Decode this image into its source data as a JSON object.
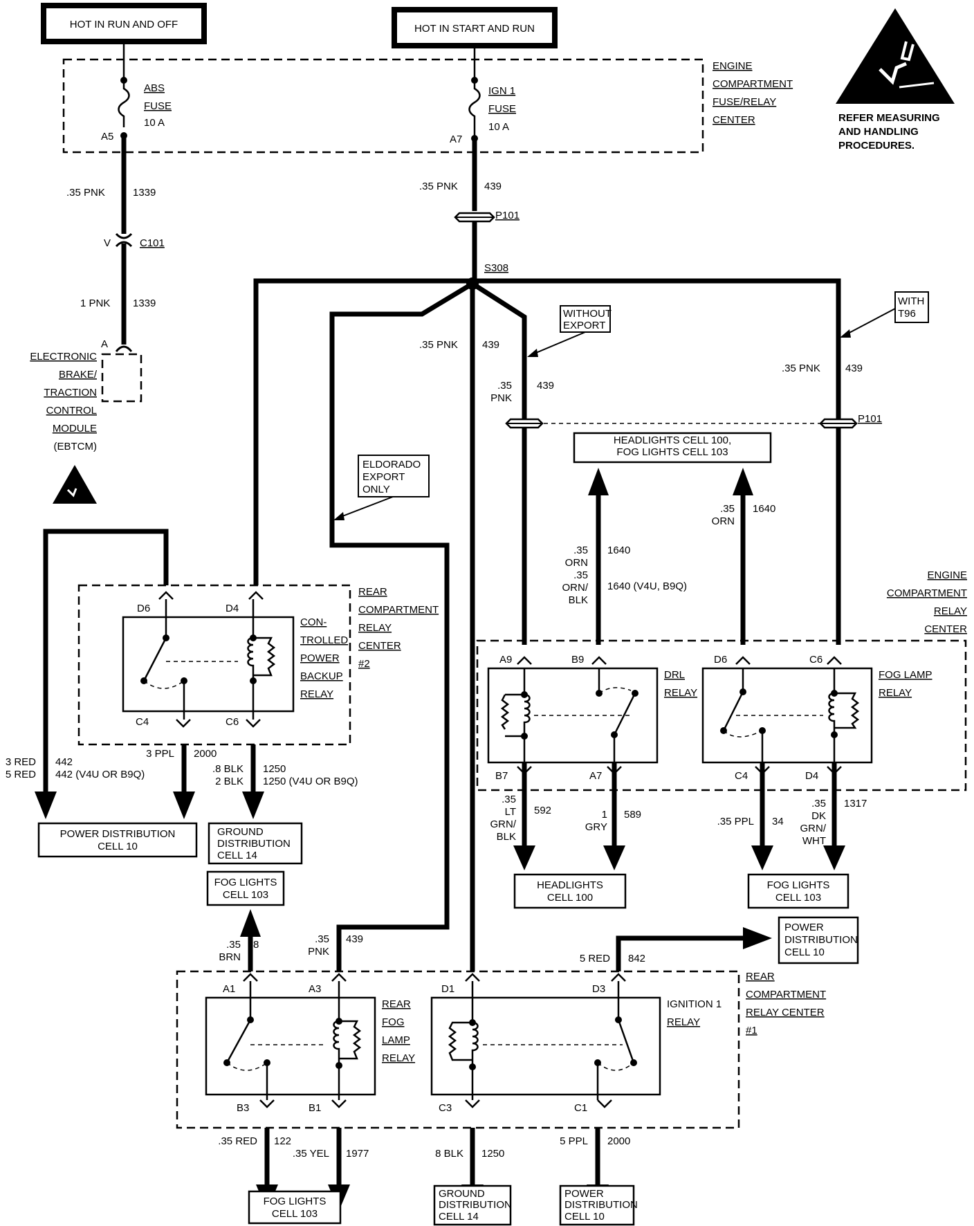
{
  "sources": {
    "run_off": "HOT IN RUN AND OFF",
    "start_run": "HOT IN START AND RUN"
  },
  "engine_fuse_center": [
    "ENGINE",
    "COMPARTMENT",
    "FUSE/RELAY",
    "CENTER"
  ],
  "esd_note": [
    "REFER MEASURING",
    "AND HANDLING",
    "PROCEDURES."
  ],
  "abs_fuse": {
    "name": "ABS",
    "fuse": "FUSE",
    "rating": "10 A",
    "pin": "A5"
  },
  "ign_fuse": {
    "name": "IGN 1",
    "fuse": "FUSE",
    "rating": "10 A",
    "pin": "A7"
  },
  "wires": {
    "w1339_a": ".35 PNK",
    "c1339": "1339",
    "w1339_b": "1 PNK",
    "w439": ".35 PNK",
    "c439": "439",
    "w439_pnk_a": ".35",
    "w439_pnk_b": "PNK"
  },
  "connectors": {
    "v": "V",
    "c101": "C101",
    "p101": "P101",
    "s308": "S308",
    "pin_a": "A"
  },
  "ebtcm": [
    "ELECTRONIC",
    "BRAKE/",
    "TRACTION",
    "CONTROL",
    "MODULE",
    "(EBTCM)"
  ],
  "callouts": {
    "eldorado": [
      "ELDORADO",
      "EXPORT",
      "ONLY"
    ],
    "without_export": [
      "WITHOUT",
      "EXPORT"
    ],
    "with_t96": [
      "WITH",
      "T96"
    ]
  },
  "refs": {
    "headlights_fog": [
      "HEADLIGHTS CELL 100,",
      "FOG LIGHTS CELL 103"
    ],
    "power_dist": [
      "POWER DISTRIBUTION",
      "CELL 10"
    ],
    "ground_dist": [
      "GROUND",
      "DISTRIBUTION",
      "CELL 14"
    ],
    "fog_lights": [
      "FOG LIGHTS",
      "CELL 103"
    ],
    "headlights": [
      "HEADLIGHTS",
      "CELL 100"
    ],
    "power_dist_3": [
      "POWER",
      "DISTRIBUTION",
      "CELL 10"
    ]
  },
  "orn1640": {
    "a1": ".35",
    "a2": "ORN",
    "c": "1640",
    "b1": ".35",
    "b2": "ORN/",
    "b3": "BLK",
    "bc": "1640 (V4U, B9Q)"
  },
  "engine_relay_center": [
    "ENGINE",
    "COMPARTMENT",
    "RELAY",
    "CENTER"
  ],
  "rear_relay_center_2": [
    "REAR",
    "COMPARTMENT",
    "RELAY",
    "CENTER",
    "#2"
  ],
  "rear_relay_center_1": [
    "REAR",
    "COMPARTMENT",
    "RELAY CENTER",
    "#1"
  ],
  "backup_relay": {
    "name": [
      "CON-",
      "TROLLED",
      "POWER",
      "BACKUP",
      "RELAY"
    ],
    "pins": {
      "d6": "D6",
      "d4": "D4",
      "c4": "C4",
      "c6": "C6"
    }
  },
  "drl_relay": {
    "name": [
      "DRL",
      "RELAY"
    ],
    "pins": {
      "a9": "A9",
      "b9": "B9",
      "b7": "B7",
      "a7": "A7"
    }
  },
  "fog_relay": {
    "name": [
      "FOG LAMP",
      "RELAY"
    ],
    "pins": {
      "d6": "D6",
      "c6": "C6",
      "c4": "C4",
      "d4": "D4"
    }
  },
  "rear_fog_relay": {
    "name": [
      "REAR",
      "FOG",
      "LAMP",
      "RELAY"
    ],
    "pins": {
      "a1": "A1",
      "a3": "A3",
      "b3": "B3",
      "b1": "B1"
    }
  },
  "ign_relay": {
    "name": [
      "IGNITION 1",
      "RELAY"
    ],
    "pins": {
      "d1": "D1",
      "d3": "D3",
      "c3": "C3",
      "c1": "C1"
    }
  },
  "wire_labels": {
    "red442_a": "3 RED",
    "red442_b": "5 RED",
    "c442_a": "442",
    "c442_b": "442 (V4U OR B9Q)",
    "ppl2000": "3 PPL",
    "c2000": "2000",
    "blk1250_a": ".8 BLK",
    "blk1250_b": "2 BLK",
    "c1250_a": "1250",
    "c1250_b": "1250 (V4U OR B9Q)",
    "ltgrn_a": ".35",
    "ltgrn_b": "LT",
    "ltgrn_c": "GRN/",
    "ltgrn_d": "BLK",
    "c592": "592",
    "gry_a": "1",
    "gry_b": "GRY",
    "c589": "589",
    "ppl34": ".35 PPL",
    "c34": "34",
    "dkgrn_a": ".35",
    "dkgrn_b": "DK",
    "dkgrn_c": "GRN/",
    "dkgrn_d": "WHT",
    "c1317": "1317",
    "brn_a": ".35",
    "brn_b": "BRN",
    "c8": "8",
    "pnk_a": ".35",
    "pnk_b": "PNK",
    "c439b": "439",
    "red842": "5 RED",
    "c842": "842",
    "red122": ".35 RED",
    "c122": "122",
    "yel1977": ".35 YEL",
    "c1977": "1977",
    "blk1250": "8 BLK",
    "c1250": "1250",
    "ppl2000b": "5 PPL",
    "c2000b": "2000"
  }
}
